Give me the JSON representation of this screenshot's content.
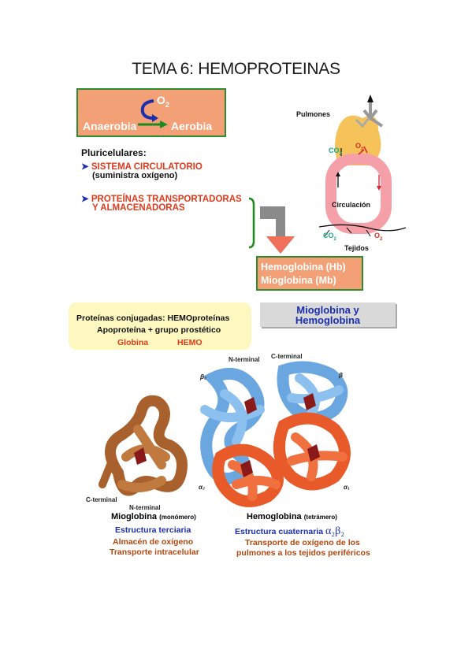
{
  "title": "TEMA 6: HEMOPROTEINAS",
  "aerobia_box": {
    "o2": "O",
    "o2_sub": "2",
    "anaerobia": "Anaerobia",
    "aerobia": "Aerobia"
  },
  "pluricelulares": {
    "heading": "Pluricelulares:",
    "item1": "SISTEMA CIRCULATORIO",
    "item1_sub": "(suministra oxígeno)",
    "item2_line1": "PROTEÍNAS TRANSPORTADORAS",
    "item2_line2": "Y ALMACENADORAS"
  },
  "hb_box": {
    "line1": "Hemoglobina (Hb)",
    "line2": "Mioglobina (Mb)"
  },
  "circulation": {
    "pulmones": "Pulmones",
    "co2_top": "CO",
    "o2_top": "O",
    "circulacion": "Circulación",
    "co2_bottom": "CO",
    "o2_bottom": "O",
    "tejidos": "Tejidos",
    "sub2": "2"
  },
  "conjugadas": {
    "line1": "Proteínas conjugadas: HEMOproteínas",
    "line2": "Apoproteína + grupo prostético",
    "globina": "Globina",
    "hemo": "HEMO"
  },
  "grey_box": {
    "line1": "Mioglobina y",
    "line2": "Hemoglobina"
  },
  "structure_labels": {
    "n_terminal_top": "N-terminal",
    "c_terminal_top": "C-terminal",
    "c_terminal": "C-terminal",
    "n_terminal": "N-terminal",
    "beta2": "β₂",
    "beta1": "β",
    "alpha2": "α₂",
    "alpha1": "α₁"
  },
  "mioglobina": {
    "name": "Mioglobina",
    "type": "(monómero)",
    "structure": "Estructura terciaria",
    "f1": "Almacén de oxígeno",
    "f2": "Transporte intracelular"
  },
  "hemoglobina": {
    "name": "Hemoglobina",
    "type": "(tetrámero)",
    "structure": "Estructura cuaternaria",
    "formula": "α₂β₂",
    "f1": "Transporte de oxígeno de los",
    "f2": "pulmones a los tejidos periféricos"
  },
  "colors": {
    "orange_box": "#f4a076",
    "green_border": "#2e8b2e",
    "red_text": "#e03a1a",
    "blue_text": "#1a2fb0",
    "brown_text": "#b4470e"
  }
}
